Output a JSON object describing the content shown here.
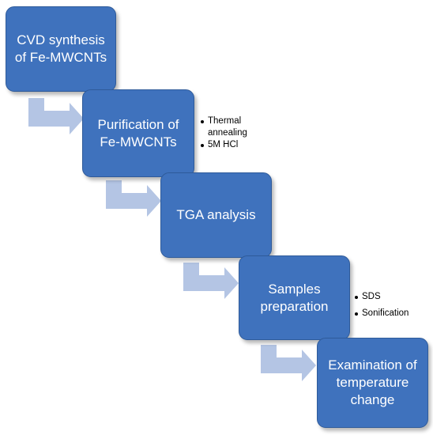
{
  "flow": {
    "steps": [
      {
        "id": "cvd-synthesis",
        "line1": "CVD synthesis",
        "line2": "of Fe-MWCNTs",
        "line3": ""
      },
      {
        "id": "purification",
        "line1": "Purification of",
        "line2": "Fe-MWCNTs",
        "line3": ""
      },
      {
        "id": "tga-analysis",
        "line1": "TGA analysis",
        "line2": "",
        "line3": ""
      },
      {
        "id": "samples-preparation",
        "line1": "Samples",
        "line2": "preparation",
        "line3": ""
      },
      {
        "id": "examination",
        "line1": "Examination of",
        "line2": "temperature",
        "line3": "change"
      }
    ],
    "notes": {
      "purification": [
        "Thermal annealing",
        "5M HCl"
      ],
      "samples_preparation": [
        "SDS",
        "Sonification"
      ]
    }
  },
  "colors": {
    "box_fill": "#3f72bd",
    "box_border": "#2f5b9a",
    "arrow_fill": "#b4c5e4",
    "text_on_box": "#ffffff",
    "note_text": "#000000"
  }
}
